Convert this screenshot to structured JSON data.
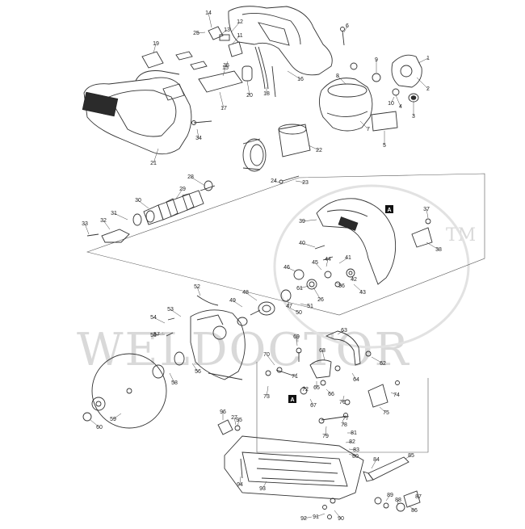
{
  "diagram": {
    "watermark": {
      "text": "WELDOCTOR",
      "mark": "TM"
    },
    "marker_label": "A",
    "labels": [
      "1",
      "2",
      "3",
      "4",
      "5",
      "6",
      "7",
      "8",
      "9",
      "10",
      "11",
      "12",
      "13",
      "14",
      "15",
      "16",
      "17",
      "18",
      "19",
      "20",
      "21",
      "22",
      "23",
      "24",
      "25",
      "26",
      "27",
      "28",
      "29",
      "30",
      "31",
      "32",
      "33",
      "34",
      "35",
      "36",
      "37",
      "38",
      "39",
      "40",
      "41",
      "42",
      "43",
      "44",
      "45",
      "46",
      "47",
      "48",
      "49",
      "50",
      "51",
      "52",
      "53",
      "54",
      "55",
      "56",
      "57",
      "58",
      "59",
      "60",
      "61",
      "62",
      "63",
      "64",
      "65",
      "66",
      "67",
      "68",
      "69",
      "70",
      "71",
      "72",
      "73",
      "74",
      "75",
      "76",
      "77",
      "78",
      "79",
      "80",
      "81",
      "82",
      "83",
      "84",
      "85",
      "86",
      "87",
      "88",
      "89",
      "90",
      "91",
      "92",
      "93",
      "94",
      "95",
      "96"
    ]
  }
}
